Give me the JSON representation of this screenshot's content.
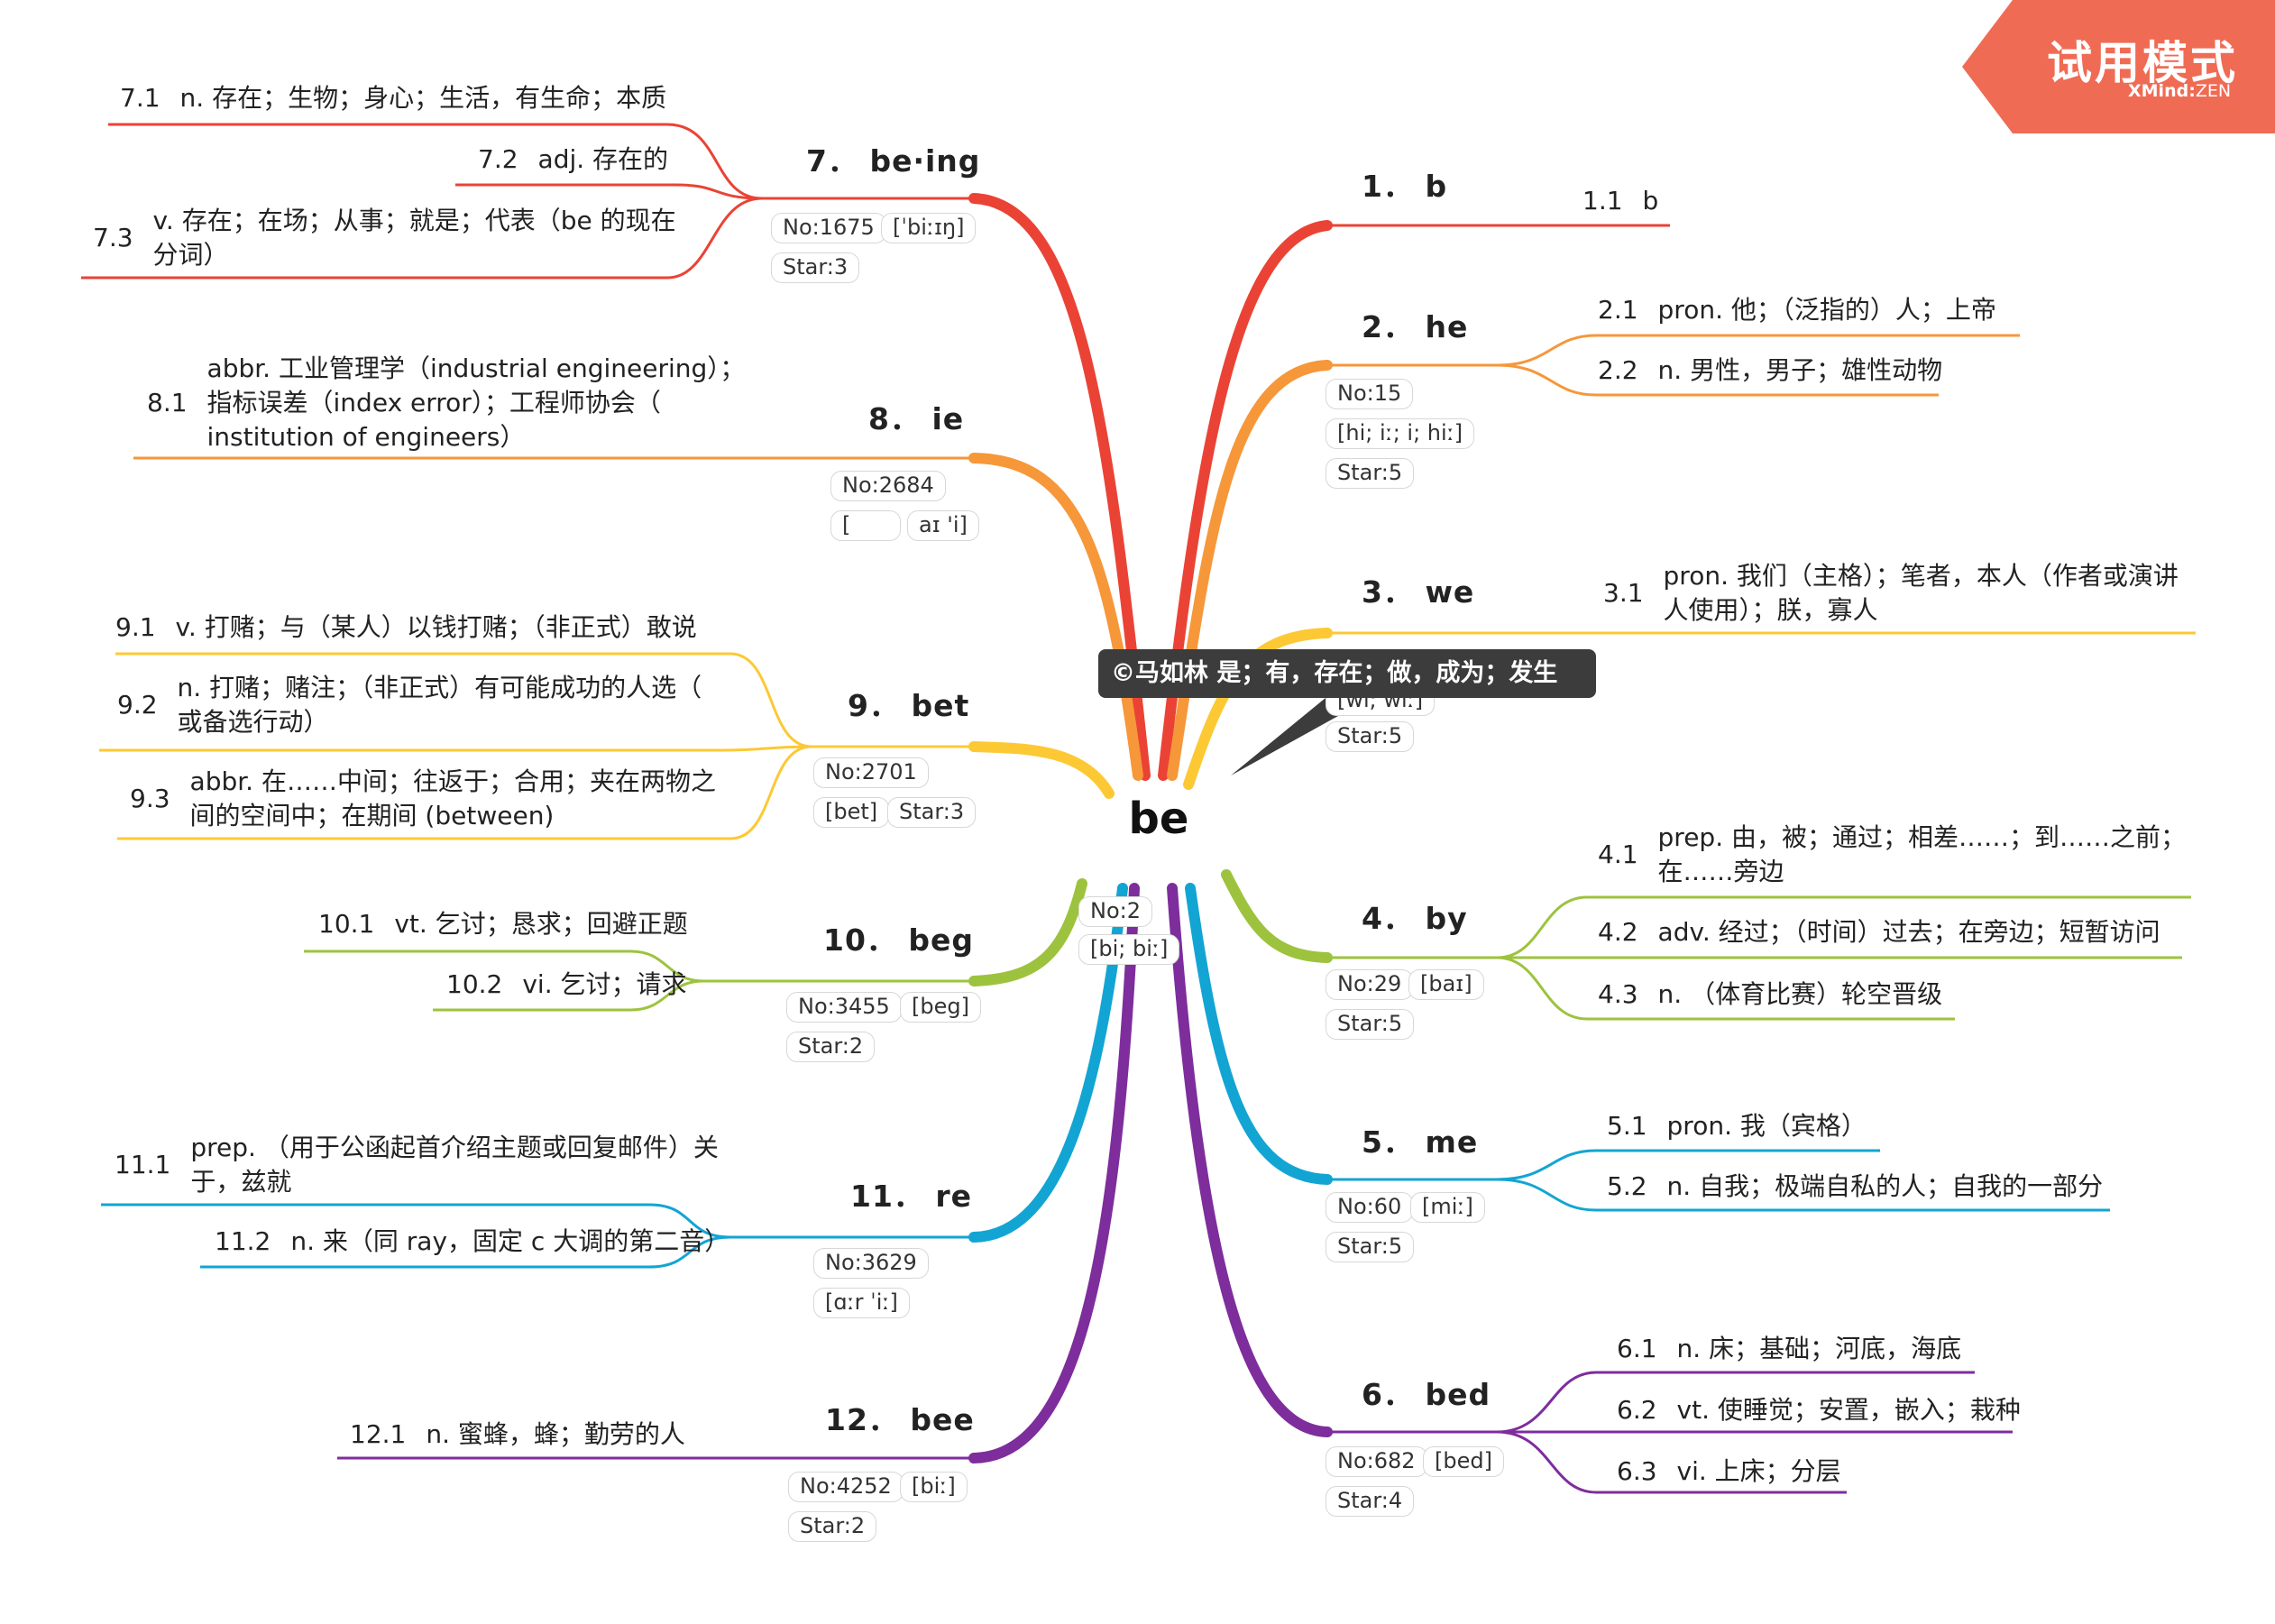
{
  "watermark": {
    "title": "试用模式",
    "brand": "XMind",
    "brand_suffix": "ZEN"
  },
  "tooltip": "©马如林 是；有，存在；做，成为；发生",
  "central": {
    "word": "be",
    "no": "No:2",
    "phonetic": "[bi; biː]"
  },
  "branches": [
    {
      "id": "b1",
      "title": "1． b",
      "color": "#ea4335",
      "tags": [],
      "defs": [
        {
          "num": "1.1",
          "text": "b"
        }
      ]
    },
    {
      "id": "b2",
      "title": "2． he",
      "color": "#f6973a",
      "tags": [
        "No:15",
        "[hi; iː; i; hiː]",
        "Star:5"
      ],
      "defs": [
        {
          "num": "2.1",
          "text": "pron. 他；（泛指的）人；上帝"
        },
        {
          "num": "2.2",
          "text": "n. 男性，男子；雄性动物"
        }
      ]
    },
    {
      "id": "b3",
      "title": "3． we",
      "color": "#fcc935",
      "tags": [
        "[wi; wiː]",
        "Star:5"
      ],
      "defs": [
        {
          "num": "3.1",
          "text": "pron. 我们（主格）；笔者，本人（作者或演讲\n人使用）；朕，寡人"
        }
      ]
    },
    {
      "id": "b4",
      "title": "4． by",
      "color": "#9dc33e",
      "tags": [
        "No:29",
        "[baɪ]",
        "Star:5"
      ],
      "defs": [
        {
          "num": "4.1",
          "text": "prep. 由，被；通过；相差……；到……之前；\n在……旁边"
        },
        {
          "num": "4.2",
          "text": "adv. 经过；（时间）过去；在旁边；短暂访问"
        },
        {
          "num": "4.3",
          "text": "n. （体育比赛）轮空晋级"
        }
      ]
    },
    {
      "id": "b5",
      "title": "5． me",
      "color": "#12a5d3",
      "tags": [
        "No:60",
        "[miː]",
        "Star:5"
      ],
      "defs": [
        {
          "num": "5.1",
          "text": "pron. 我（宾格）"
        },
        {
          "num": "5.2",
          "text": "n. 自我；极端自私的人；自我的一部分"
        }
      ]
    },
    {
      "id": "b6",
      "title": "6． bed",
      "color": "#7e2d9c",
      "tags": [
        "No:682",
        "[bed]",
        "Star:4"
      ],
      "defs": [
        {
          "num": "6.1",
          "text": "n. 床；基础；河底，海底"
        },
        {
          "num": "6.2",
          "text": "vt. 使睡觉；安置，嵌入；栽种"
        },
        {
          "num": "6.3",
          "text": "vi. 上床；分层"
        }
      ]
    },
    {
      "id": "b7",
      "title": "7． be·ing",
      "color": "#ea4335",
      "tags": [
        "No:1675",
        "[ˈbiːɪŋ]",
        "Star:3"
      ],
      "defs": [
        {
          "num": "7.1",
          "text": "n. 存在；生物；身心；生活，有生命；本质"
        },
        {
          "num": "7.2",
          "text": "adj. 存在的"
        },
        {
          "num": "7.3",
          "text": "v. 存在；在场；从事；就是；代表（be 的现在\n分词）"
        }
      ]
    },
    {
      "id": "b8",
      "title": "8． ie",
      "color": "#f6973a",
      "tags": [
        "No:2684",
        "[",
        "aɪ 'i]"
      ],
      "defs": [
        {
          "num": "8.1",
          "text": "abbr. 工业管理学（industrial engineering）；\n指标误差（index error）；工程师协会（\ninstitution of engineers）"
        }
      ]
    },
    {
      "id": "b9",
      "title": "9． bet",
      "color": "#fcc935",
      "tags": [
        "No:2701",
        "[bet]",
        "Star:3"
      ],
      "defs": [
        {
          "num": "9.1",
          "text": "v. 打赌；与（某人）以钱打赌；（非正式）敢说"
        },
        {
          "num": "9.2",
          "text": "n. 打赌；赌注；（非正式）有可能成功的人选（\n或备选行动）"
        },
        {
          "num": "9.3",
          "text": "abbr. 在……中间；往返于；合用；夹在两物之\n间的空间中；在期间 (between)"
        }
      ]
    },
    {
      "id": "b10",
      "title": "10． beg",
      "color": "#9dc33e",
      "tags": [
        "No:3455",
        "[beg]",
        "Star:2"
      ],
      "defs": [
        {
          "num": "10.1",
          "text": "vt. 乞讨；恳求；回避正题"
        },
        {
          "num": "10.2",
          "text": "vi. 乞讨；请求"
        }
      ]
    },
    {
      "id": "b11",
      "title": "11． re",
      "color": "#12a5d3",
      "tags": [
        "No:3629",
        "[ɑːr ˈiː]"
      ],
      "defs": [
        {
          "num": "11.1",
          "text": "prep. （用于公函起首介绍主题或回复邮件）关\n于，兹就"
        },
        {
          "num": "11.2",
          "text": "n. 来（同 ray，固定 c 大调的第二音）"
        }
      ]
    },
    {
      "id": "b12",
      "title": "12． bee",
      "color": "#7e2d9c",
      "tags": [
        "No:4252",
        "[biː]",
        "Star:2"
      ],
      "defs": [
        {
          "num": "12.1",
          "text": "n. 蜜蜂，蜂；勤劳的人"
        }
      ]
    }
  ]
}
